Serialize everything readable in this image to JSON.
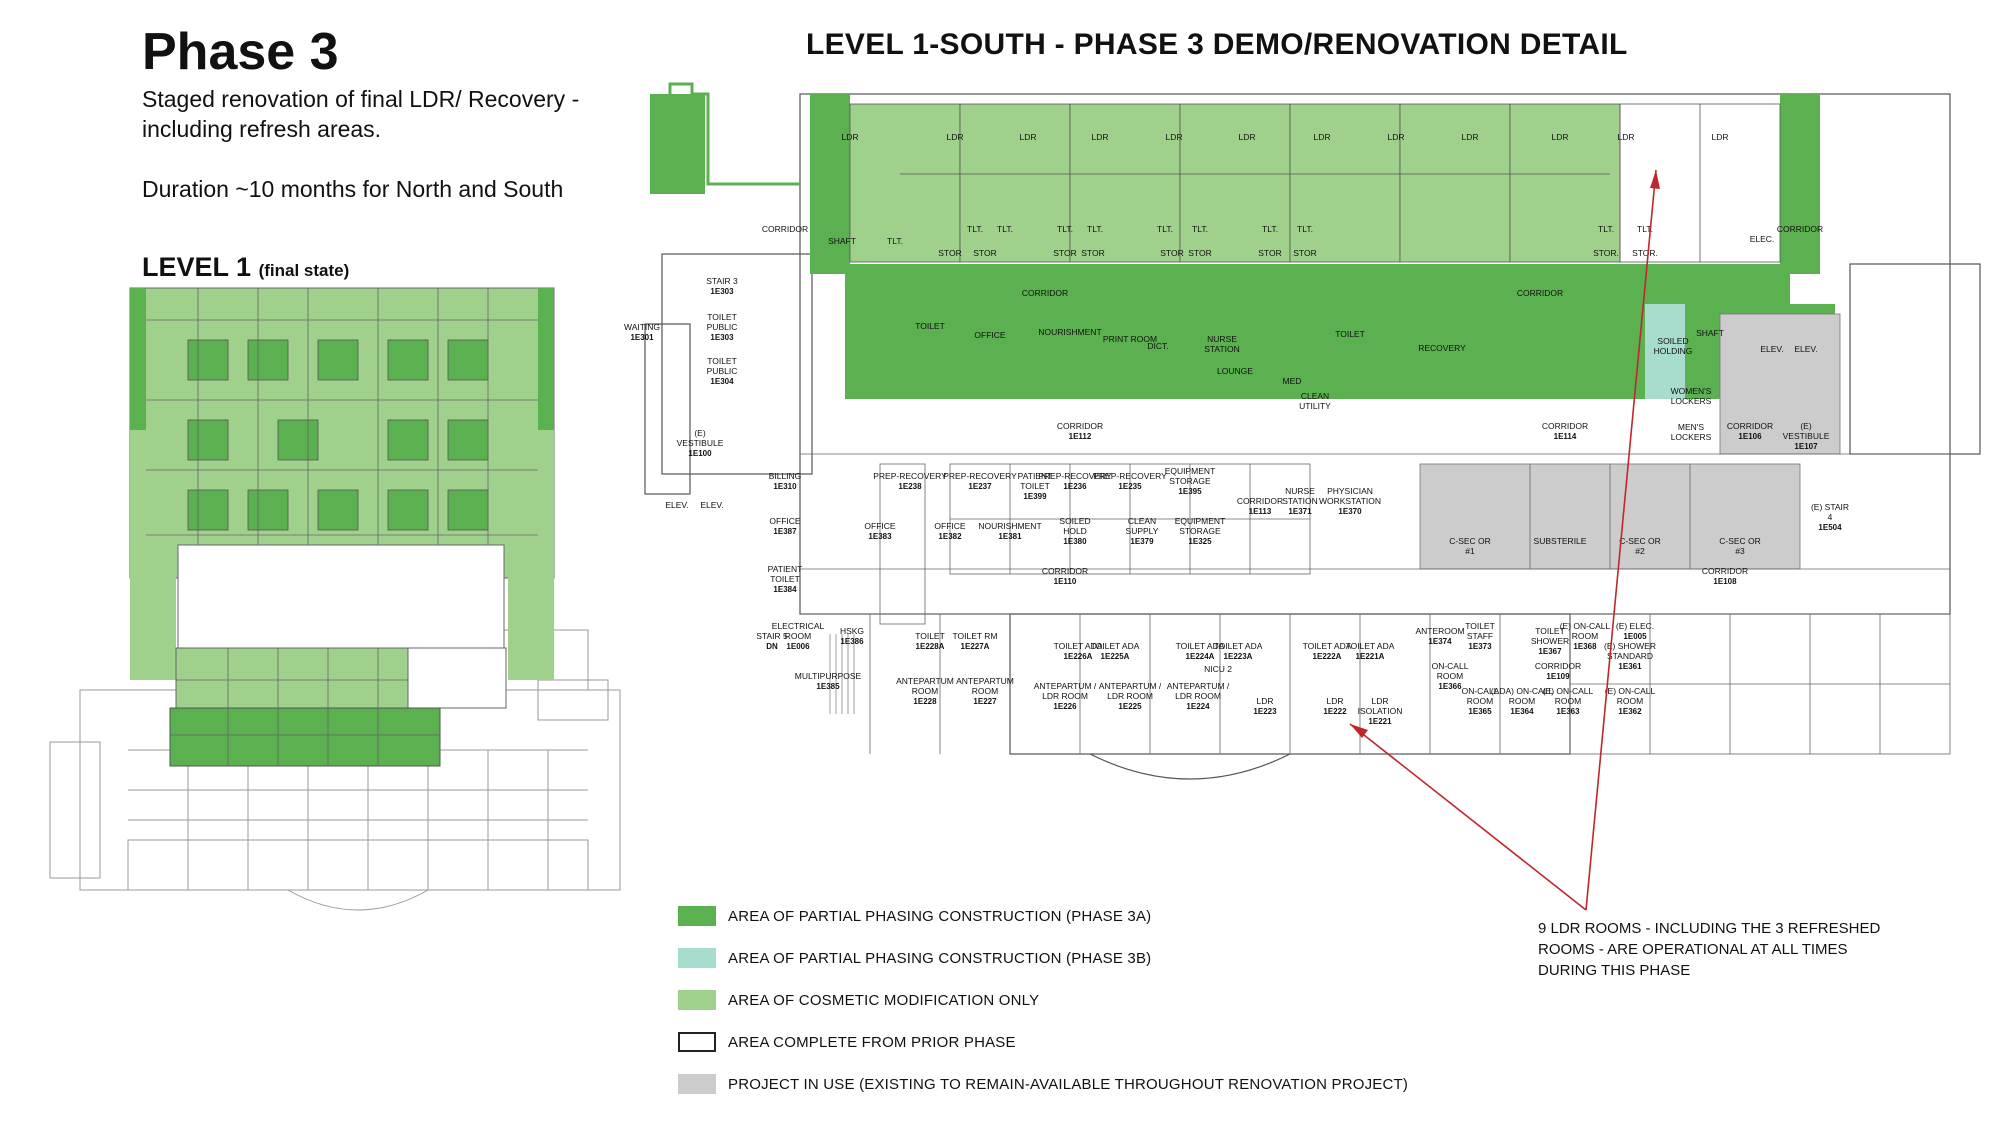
{
  "phase": {
    "title": "Phase 3",
    "description": "Staged renovation of final LDR/ Recovery -\nincluding refresh areas.\n\nDuration ~10 months for North and South"
  },
  "overview": {
    "title": "LEVEL 1",
    "subtitle": "(final state)"
  },
  "detail": {
    "title": "LEVEL 1-SOUTH - PHASE 3 DEMO/RENOVATION DETAIL",
    "rooms": [
      {
        "id": "ldr-1",
        "label": "LDR"
      },
      {
        "id": "ldr-2",
        "label": "LDR"
      },
      {
        "id": "ldr-3",
        "label": "LDR"
      },
      {
        "id": "ldr-4",
        "label": "LDR"
      },
      {
        "id": "ldr-5",
        "label": "LDR"
      },
      {
        "id": "ldr-6",
        "label": "LDR"
      },
      {
        "id": "ldr-7",
        "label": "LDR"
      },
      {
        "id": "ldr-8",
        "label": "LDR"
      },
      {
        "id": "ldr-9",
        "label": "LDR"
      },
      {
        "id": "ldr-10",
        "label": "LDR"
      },
      {
        "id": "ldr-11",
        "label": "LDR"
      },
      {
        "id": "ldr-12",
        "label": "LDR"
      },
      {
        "id": "corridor-nw",
        "label": "CORRIDOR"
      },
      {
        "id": "corridor-ne",
        "label": "CORRIDOR"
      },
      {
        "id": "shaft-n",
        "label": "SHAFT"
      },
      {
        "id": "elec-n",
        "label": "ELEC."
      },
      {
        "id": "tlt-a",
        "label": "TLT."
      },
      {
        "id": "tlt-b",
        "label": "TLT."
      },
      {
        "id": "tlt-c",
        "label": "TLT."
      },
      {
        "id": "tlt-d",
        "label": "TLT."
      },
      {
        "id": "tlt-e",
        "label": "TLT."
      },
      {
        "id": "tlt-f",
        "label": "TLT."
      },
      {
        "id": "tlt-g",
        "label": "TLT."
      },
      {
        "id": "tlt-h",
        "label": "TLT."
      },
      {
        "id": "tlt-i",
        "label": "TLT."
      },
      {
        "id": "tlt-j",
        "label": "TLT."
      },
      {
        "id": "tlt-k",
        "label": "TLT."
      },
      {
        "id": "stor-a",
        "label": "STOR"
      },
      {
        "id": "stor-b",
        "label": "STOR"
      },
      {
        "id": "stor-c",
        "label": "STOR"
      },
      {
        "id": "stor-d",
        "label": "STOR"
      },
      {
        "id": "stor-e",
        "label": "STOR"
      },
      {
        "id": "stor-f",
        "label": "STOR"
      },
      {
        "id": "stor-g",
        "label": "STOR"
      },
      {
        "id": "stor-h",
        "label": "STOR"
      },
      {
        "id": "stor-i",
        "label": "STOR."
      },
      {
        "id": "stor-j",
        "label": "STOR."
      },
      {
        "id": "stair-3",
        "label": "STAIR 3",
        "num": "1E303"
      },
      {
        "id": "waiting",
        "label": "WAITING",
        "num": "1E301"
      },
      {
        "id": "toilet-public-1",
        "label": "TOILET PUBLIC",
        "num": "1E303"
      },
      {
        "id": "toilet-public-2",
        "label": "TOILET PUBLIC",
        "num": "1E304"
      },
      {
        "id": "vestibule-w",
        "label": "(E) VESTIBULE",
        "num": "1E100"
      },
      {
        "id": "elev-w1",
        "label": "ELEV."
      },
      {
        "id": "elev-w2",
        "label": "ELEV."
      },
      {
        "id": "corridor-mid-n1",
        "label": "CORRIDOR"
      },
      {
        "id": "corridor-mid-n2",
        "label": "CORRIDOR"
      },
      {
        "id": "toilet-1",
        "label": "TOILET"
      },
      {
        "id": "office-n",
        "label": "OFFICE"
      },
      {
        "id": "nourishment-n",
        "label": "NOURISHMENT"
      },
      {
        "id": "print-room",
        "label": "PRINT ROOM"
      },
      {
        "id": "dict",
        "label": "DICT."
      },
      {
        "id": "nurse-station",
        "label": "NURSE STATION"
      },
      {
        "id": "lounge",
        "label": "LOUNGE"
      },
      {
        "id": "med",
        "label": "MED"
      },
      {
        "id": "toilet-2",
        "label": "TOILET"
      },
      {
        "id": "clean-utility",
        "label": "CLEAN UTILITY"
      },
      {
        "id": "recovery",
        "label": "RECOVERY"
      },
      {
        "id": "soiled-holding",
        "label": "SOILED HOLDING"
      },
      {
        "id": "shaft-e",
        "label": "SHAFT"
      },
      {
        "id": "elev-e1",
        "label": "ELEV."
      },
      {
        "id": "elev-e2",
        "label": "ELEV."
      },
      {
        "id": "womens-lockers",
        "label": "WOMEN'S LOCKERS"
      },
      {
        "id": "mens-lockers",
        "label": "MEN'S LOCKERS"
      },
      {
        "id": "corridor-1e112",
        "label": "CORRIDOR",
        "num": "1E112"
      },
      {
        "id": "corridor-1e114",
        "label": "CORRIDOR",
        "num": "1E114"
      },
      {
        "id": "corridor-1e106",
        "label": "CORRIDOR",
        "num": "1E106"
      },
      {
        "id": "vestibule-e",
        "label": "(E) VESTIBULE",
        "num": "1E107"
      },
      {
        "id": "billing",
        "label": "BILLING",
        "num": "1E310"
      },
      {
        "id": "office-1e387",
        "label": "OFFICE",
        "num": "1E387"
      },
      {
        "id": "prep-recovery-1",
        "label": "PREP-RECOVERY",
        "num": "1E238"
      },
      {
        "id": "prep-recovery-2",
        "label": "PREP-RECOVERY",
        "num": "1E237"
      },
      {
        "id": "patient-toilet-1",
        "label": "PATIENT TOILET",
        "num": "1E399"
      },
      {
        "id": "prep-recovery-3",
        "label": "PREP-RECOVERY",
        "num": "1E236"
      },
      {
        "id": "prep-recovery-4",
        "label": "PREP-RECOVERY",
        "num": "1E235"
      },
      {
        "id": "equipment-storage-1",
        "label": "EQUIPMENT STORAGE",
        "num": "1E395"
      },
      {
        "id": "office-1e383",
        "label": "OFFICE",
        "num": "1E383"
      },
      {
        "id": "office-1e382",
        "label": "OFFICE",
        "num": "1E382"
      },
      {
        "id": "nourishment-s",
        "label": "NOURISHMENT",
        "num": "1E381"
      },
      {
        "id": "soiled-hold",
        "label": "SOILED HOLD",
        "num": "1E380"
      },
      {
        "id": "clean-supply",
        "label": "CLEAN SUPPLY",
        "num": "1E379"
      },
      {
        "id": "equipment-storage-2",
        "label": "EQUIPMENT STORAGE",
        "num": "1E325"
      },
      {
        "id": "corridor-1e113",
        "label": "CORRIDOR",
        "num": "1E113"
      },
      {
        "id": "nurse-station-s",
        "label": "NURSE STATION",
        "num": "1E371"
      },
      {
        "id": "physician-workstation",
        "label": "PHYSICIAN WORKSTATION",
        "num": "1E370"
      },
      {
        "id": "csec-or1",
        "label": "C-SEC OR #1"
      },
      {
        "id": "substerile",
        "label": "SUBSTERILE"
      },
      {
        "id": "csec-or2",
        "label": "C-SEC OR #2"
      },
      {
        "id": "csec-or3",
        "label": "C-SEC OR #3"
      },
      {
        "id": "stair-4",
        "label": "(E) STAIR 4",
        "num": "1E504"
      },
      {
        "id": "patient-toilet-2",
        "label": "PATIENT TOILET",
        "num": "1E384"
      },
      {
        "id": "corridor-1e110",
        "label": "CORRIDOR",
        "num": "1E110"
      },
      {
        "id": "corridor-1e108",
        "label": "CORRIDOR",
        "num": "1E108"
      },
      {
        "id": "stair-5",
        "label": "STAIR 5",
        "num": "DN"
      },
      {
        "id": "electrical-room",
        "label": "ELECTRICAL ROOM",
        "num": "1E006"
      },
      {
        "id": "hskg",
        "label": "HSKG",
        "num": "1E386"
      },
      {
        "id": "multipurpose",
        "label": "MULTIPURPOSE",
        "num": "1E385"
      },
      {
        "id": "toilet-1e228a",
        "label": "TOILET",
        "num": "1E228A"
      },
      {
        "id": "toilet-rm-1e227a",
        "label": "TOILET RM",
        "num": "1E227A"
      },
      {
        "id": "antepartum-1e228",
        "label": "ANTEPARTUM ROOM",
        "num": "1E228"
      },
      {
        "id": "antepartum-1e227",
        "label": "ANTEPARTUM ROOM",
        "num": "1E227"
      },
      {
        "id": "toilet-ada-1e226a",
        "label": "TOILET ADA",
        "num": "1E226A"
      },
      {
        "id": "toilet-ada-1e225a",
        "label": "TOILET ADA",
        "num": "1E225A"
      },
      {
        "id": "antepartum-ldr-1e226",
        "label": "ANTEPARTUM / LDR ROOM",
        "num": "1E226"
      },
      {
        "id": "antepartum-ldr-1e225",
        "label": "ANTEPARTUM / LDR ROOM",
        "num": "1E225"
      },
      {
        "id": "toilet-ada-1e224a",
        "label": "TOILET ADA",
        "num": "1E224A"
      },
      {
        "id": "toilet-ada-1e223a",
        "label": "TOILET ADA",
        "num": "1E223A"
      },
      {
        "id": "nicu-2",
        "label": "NICU 2"
      },
      {
        "id": "antepartum-ldr-1e224",
        "label": "ANTEPARTUM / LDR ROOM",
        "num": "1E224"
      },
      {
        "id": "ldr-1e223",
        "label": "LDR",
        "num": "1E223"
      },
      {
        "id": "toilet-ada-1e222a",
        "label": "TOILET ADA",
        "num": "1E222A"
      },
      {
        "id": "toilet-ada-1e221a",
        "label": "TOILET ADA",
        "num": "1E221A"
      },
      {
        "id": "ldr-1e222",
        "label": "LDR",
        "num": "1E222"
      },
      {
        "id": "ldr-isolation",
        "label": "LDR ISOLATION",
        "num": "1E221"
      },
      {
        "id": "anteroom",
        "label": "ANTEROOM",
        "num": "1E374"
      },
      {
        "id": "toilet-staff",
        "label": "TOILET STAFF",
        "num": "1E373"
      },
      {
        "id": "toilet-shower",
        "label": "TOILET SHOWER",
        "num": "1E367"
      },
      {
        "id": "on-call-1e368",
        "label": "(E) ON-CALL ROOM",
        "num": "1E368"
      },
      {
        "id": "elec-1e005",
        "label": "(E) ELEC.",
        "num": "1E005"
      },
      {
        "id": "shower-standard",
        "label": "(E) SHOWER STANDARD",
        "num": "1E361"
      },
      {
        "id": "on-call-1e366",
        "label": "ON-CALL ROOM",
        "num": "1E366"
      },
      {
        "id": "corridor-1e109",
        "label": "CORRIDOR",
        "num": "1E109"
      },
      {
        "id": "on-call-1e365",
        "label": "ON-CALL ROOM",
        "num": "1E365"
      },
      {
        "id": "on-call-1e364",
        "label": "(ADA) ON-CALL ROOM",
        "num": "1E364"
      },
      {
        "id": "on-call-1e363",
        "label": "(E) ON-CALL ROOM",
        "num": "1E363"
      },
      {
        "id": "on-call-1e362",
        "label": "(E) ON-CALL ROOM",
        "num": "1E362"
      }
    ]
  },
  "legend": [
    {
      "label": "AREA OF PARTIAL PHASING CONSTRUCTION (PHASE 3A)",
      "color": "#5bb04f"
    },
    {
      "label": "AREA OF PARTIAL PHASING CONSTRUCTION (PHASE 3B)",
      "color": "#a7dccf"
    },
    {
      "label": "AREA OF COSMETIC MODIFICATION ONLY",
      "color": "#9fd18c"
    },
    {
      "label": "AREA COMPLETE FROM PRIOR PHASE",
      "color": "#ffffff"
    },
    {
      "label": "PROJECT IN USE (EXISTING TO REMAIN-AVAILABLE THROUGHOUT RENOVATION PROJECT)",
      "color": "#cccccc"
    }
  ],
  "note": "9 LDR ROOMS - INCLUDING THE 3 REFRESHED\nROOMS - ARE OPERATIONAL AT ALL TIMES\nDURING THIS PHASE",
  "colors": {
    "phase3a": "#5bb04f",
    "phase3b": "#a7dccf",
    "cosmetic": "#9fd18c",
    "in_use": "#cccccc",
    "wall": "#444444",
    "arrow": "#c0272d"
  }
}
